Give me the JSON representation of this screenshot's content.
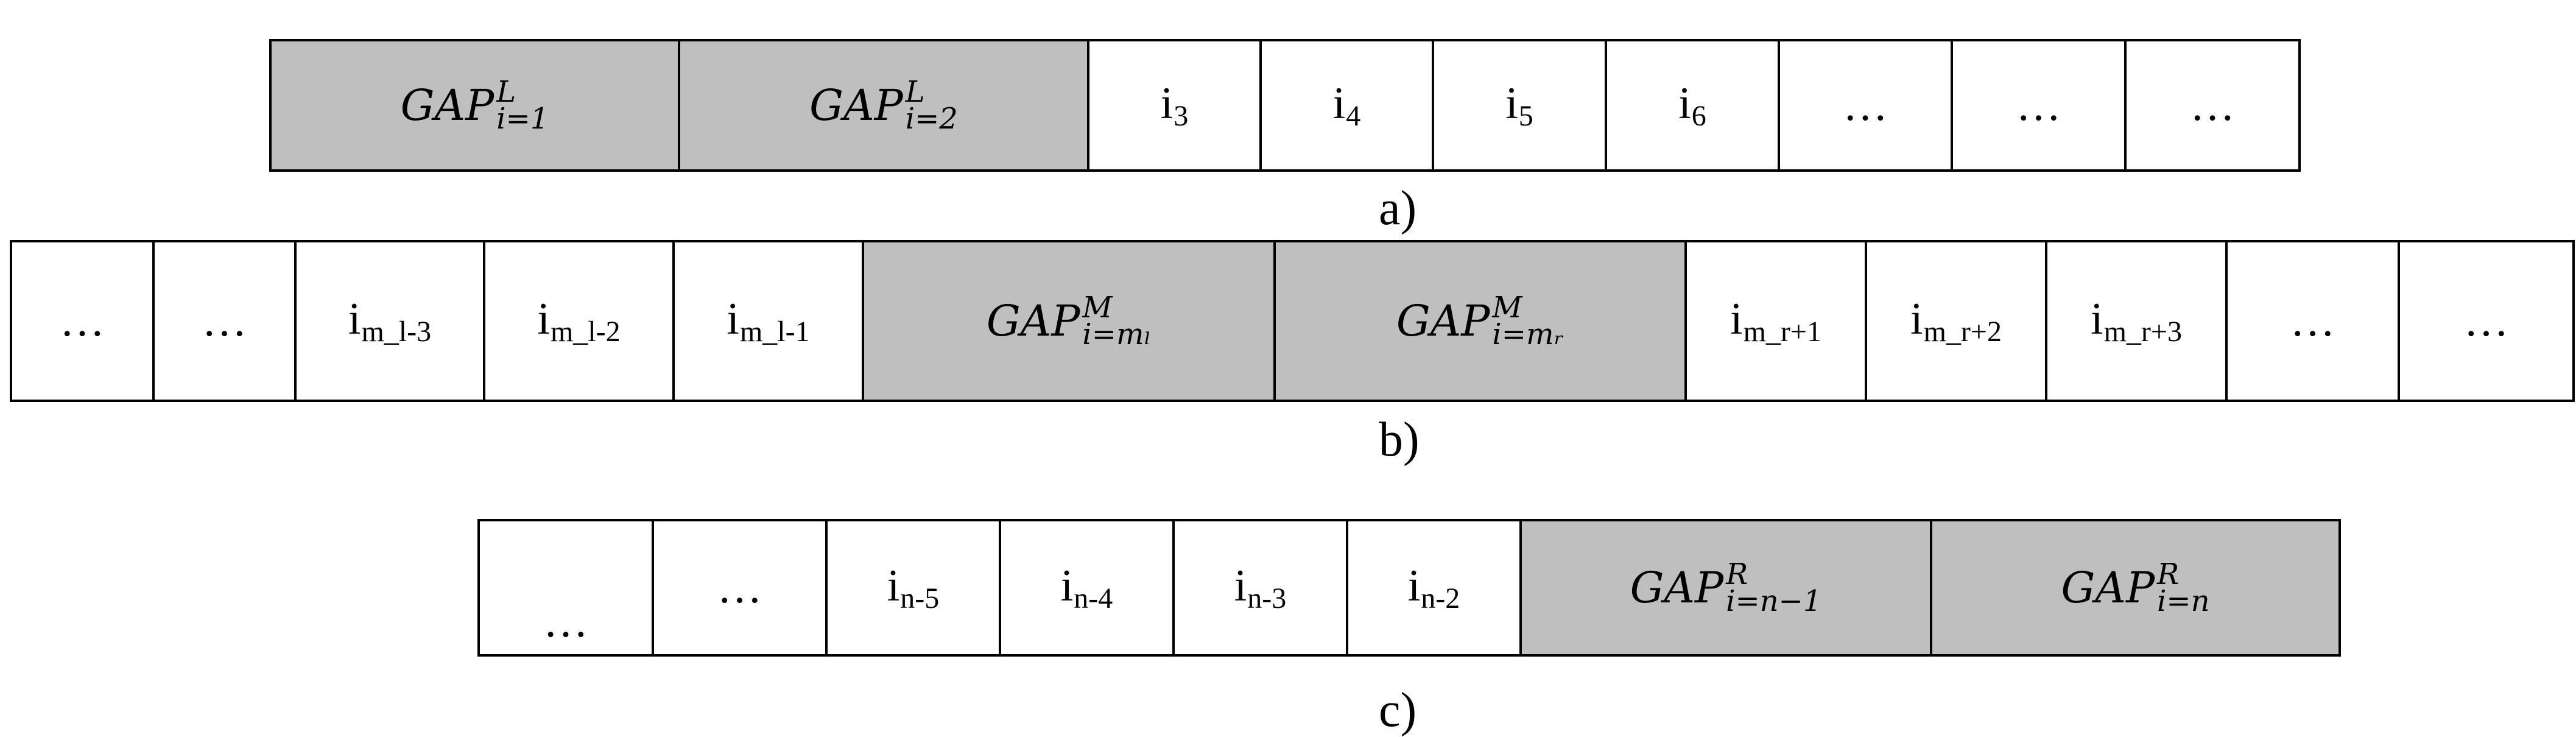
{
  "rows": [
    {
      "caption": "a)",
      "cells": [
        {
          "kind": "gap",
          "base": "GAP",
          "sup": "L",
          "sub": "i=1"
        },
        {
          "kind": "gap",
          "base": "GAP",
          "sup": "L",
          "sub": "i=2"
        },
        {
          "kind": "var",
          "base": "i",
          "sub": "3"
        },
        {
          "kind": "var",
          "base": "i",
          "sub": "4"
        },
        {
          "kind": "var",
          "base": "i",
          "sub": "5"
        },
        {
          "kind": "var",
          "base": "i",
          "sub": "6"
        },
        {
          "kind": "text",
          "text": "…"
        },
        {
          "kind": "text",
          "text": "…"
        },
        {
          "kind": "text",
          "text": "…"
        }
      ]
    },
    {
      "caption": "b)",
      "cells": [
        {
          "kind": "text",
          "text": "…"
        },
        {
          "kind": "text",
          "text": "…"
        },
        {
          "kind": "var",
          "base": "i",
          "sub": "m_l-3"
        },
        {
          "kind": "var",
          "base": "i",
          "sub": "m_l-2"
        },
        {
          "kind": "var",
          "base": "i",
          "sub": "m_l-1"
        },
        {
          "kind": "gap",
          "base": "GAP",
          "sup": "M",
          "sub": "i=mₗ"
        },
        {
          "kind": "gap",
          "base": "GAP",
          "sup": "M",
          "sub": "i=mᵣ"
        },
        {
          "kind": "var",
          "base": "i",
          "sub": "m_r+1"
        },
        {
          "kind": "var",
          "base": "i",
          "sub": "m_r+2"
        },
        {
          "kind": "var",
          "base": "i",
          "sub": "m_r+3"
        },
        {
          "kind": "text",
          "text": "…"
        },
        {
          "kind": "text",
          "text": "…"
        }
      ]
    },
    {
      "caption": "c)",
      "cells": [
        {
          "kind": "text",
          "text": "…",
          "low": true
        },
        {
          "kind": "text",
          "text": "…"
        },
        {
          "kind": "var",
          "base": "i",
          "sub": "n-5"
        },
        {
          "kind": "var",
          "base": "i",
          "sub": "n-4"
        },
        {
          "kind": "var",
          "base": "i",
          "sub": "n-3"
        },
        {
          "kind": "var",
          "base": "i",
          "sub": "n-2"
        },
        {
          "kind": "gap",
          "base": "GAP",
          "sup": "R",
          "sub": "i=n−1"
        },
        {
          "kind": "gap",
          "base": "GAP",
          "sup": "R",
          "sub": "i=n"
        }
      ]
    }
  ]
}
